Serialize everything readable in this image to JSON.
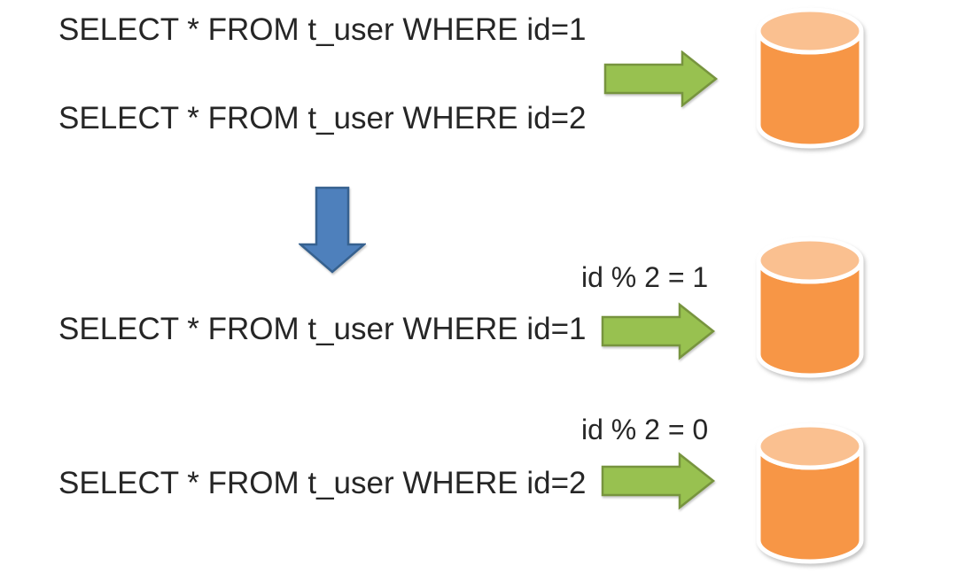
{
  "colors": {
    "background": "#ffffff",
    "text": "#262626",
    "arrow_green_fill": "#98C150",
    "arrow_green_border": "#77943E",
    "arrow_blue_fill": "#4E80BC",
    "arrow_blue_border": "#36618F",
    "cylinder_body": "#F79646",
    "cylinder_top": "#FAC090",
    "cylinder_outline": "#FFFFFF"
  },
  "icons": {
    "right_arrow": "right-arrow-icon",
    "down_arrow": "down-arrow-icon",
    "database": "database-cylinder-icon"
  },
  "diagram": {
    "top_section": {
      "queries": [
        {
          "sql": "SELECT * FROM t_user WHERE id=1"
        },
        {
          "sql": "SELECT * FROM t_user WHERE id=2"
        }
      ]
    },
    "bottom_section": {
      "routes": [
        {
          "sql": "SELECT * FROM t_user WHERE id=1",
          "condition": "id % 2 = 1"
        },
        {
          "sql": "SELECT * FROM t_user WHERE id=2",
          "condition": "id % 2 = 0"
        }
      ]
    }
  }
}
